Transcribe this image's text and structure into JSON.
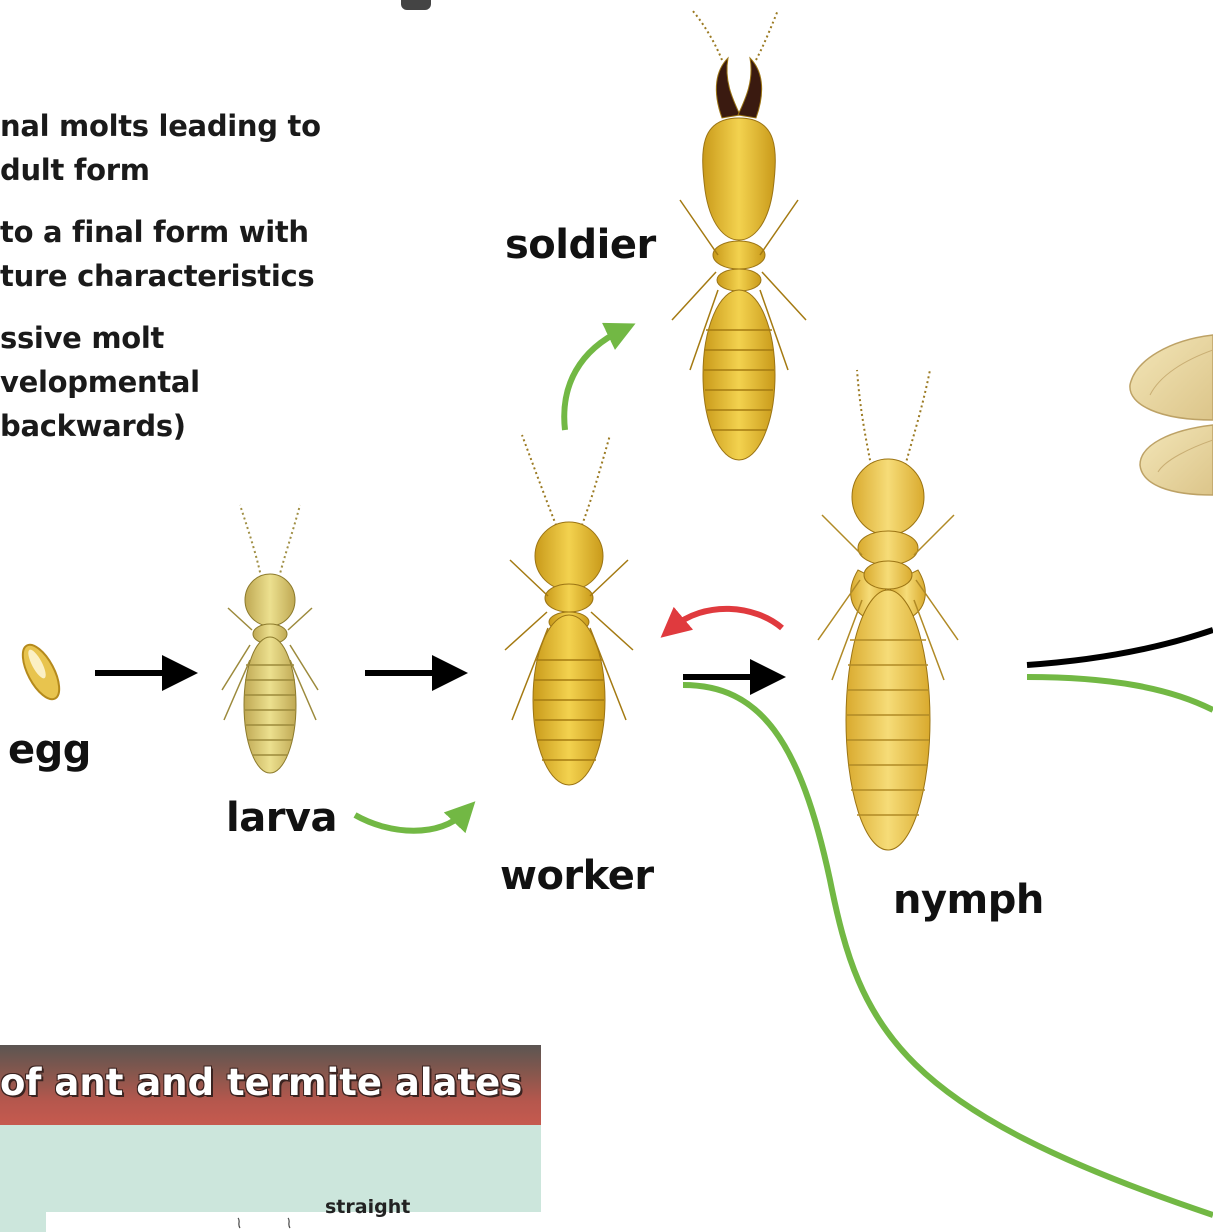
{
  "notes": [
    "nal molts leading to",
    "dult form",
    "to a final form with",
    "ture characteristics",
    "ssive molt",
    "velopmental",
    "backwards)"
  ],
  "stages": {
    "egg": "egg",
    "larva": "larva",
    "worker": "worker",
    "soldier": "soldier",
    "nymph": "nymph"
  },
  "comparison_banner": {
    "title": "of ant and termite alates",
    "label_straight": "straight"
  },
  "colors": {
    "green_arrow": "#72b844",
    "red_arrow": "#e03a3e",
    "black_arrow": "#000000",
    "body_yellow": "#e8c23a",
    "banner_red": "#c65a4f",
    "panel_green": "#cce6dc"
  }
}
